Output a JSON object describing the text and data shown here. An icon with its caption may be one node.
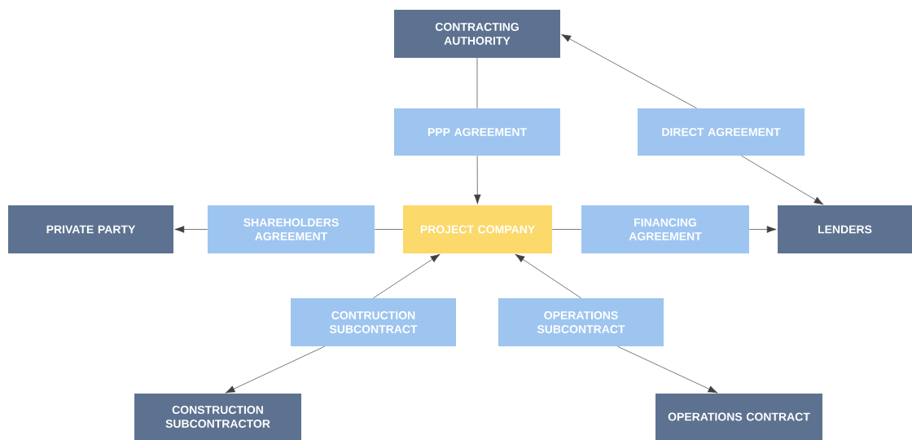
{
  "diagram": {
    "nodes": [
      {
        "text": [
          "CONTRACTING AUTHORITY"
        ]
      },
      {
        "text": [
          "PPP AGREEMENT"
        ]
      },
      {
        "text": [
          "DIRECT AGREEMENT"
        ]
      },
      {
        "text": [
          "PRIVATE PARTY"
        ]
      },
      {
        "text": [
          "SHAREHOLDERS AGREEMENT"
        ]
      },
      {
        "text": [
          "PROJECT COMPANY"
        ]
      },
      {
        "text": [
          "FINANCING AGREEMENT"
        ]
      },
      {
        "text": [
          "LENDERS"
        ]
      },
      {
        "text": [
          "CONTRUCTION SUBCONTRACT"
        ]
      },
      {
        "text": [
          "OPERATIONS SUBCONTRACT"
        ]
      },
      {
        "text": [
          "CONSTRUCTION SUBCONTRACTOR"
        ]
      },
      {
        "text": [
          "OPERATIONS CONTRACT"
        ]
      }
    ],
    "edges": [
      {
        "from": 0,
        "to": 1,
        "arrow": "none"
      },
      {
        "from": 1,
        "to": 5,
        "arrow": "to"
      },
      {
        "from": 2,
        "to": 0,
        "arrow": "to"
      },
      {
        "from": 2,
        "to": 7,
        "arrow": "to"
      },
      {
        "from": 5,
        "to": 4,
        "arrow": "none"
      },
      {
        "from": 4,
        "to": 3,
        "arrow": "to"
      },
      {
        "from": 5,
        "to": 6,
        "arrow": "none"
      },
      {
        "from": 6,
        "to": 7,
        "arrow": "to"
      },
      {
        "from": 8,
        "to": 5,
        "arrow": "to"
      },
      {
        "from": 8,
        "to": 10,
        "arrow": "to"
      },
      {
        "from": 9,
        "to": 5,
        "arrow": "to"
      },
      {
        "from": 9,
        "to": 11,
        "arrow": "to"
      }
    ]
  }
}
